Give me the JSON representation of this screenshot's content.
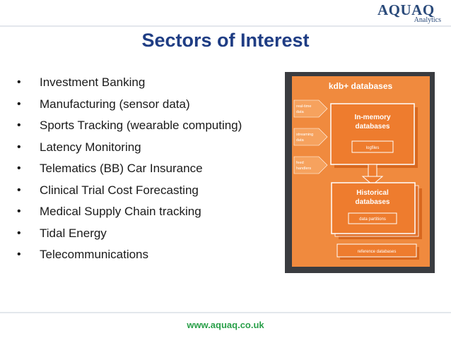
{
  "header": {
    "logo_text": "AQUAQ",
    "logo_subtext": "Analytics"
  },
  "slide": {
    "title": "Sectors of Interest",
    "bullet_char": "•",
    "bullets": [
      "Investment Banking",
      "Manufacturing (sensor data)",
      "Sports Tracking (wearable computing)",
      "Latency Monitoring",
      "Telematics (BB) Car Insurance",
      "Clinical Trial Cost Forecasting",
      "Medical Supply Chain tracking",
      "Tidal Energy",
      "Telecommunications"
    ]
  },
  "diagram": {
    "title": "kdb+ databases",
    "inputs": [
      [
        "real-time",
        "data"
      ],
      [
        "streaming",
        "data"
      ],
      [
        "feed",
        "handlers"
      ]
    ],
    "in_memory": {
      "title": [
        "In-memory",
        "databases"
      ],
      "inner": "logfiles"
    },
    "historical": {
      "title": [
        "Historical",
        "databases"
      ],
      "inner": "data partitions"
    },
    "reference": "reference databases",
    "colors": {
      "frame": "#3a3c40",
      "outer": "#f08a3e",
      "box": "#ee7c2e",
      "text": "#ffffff"
    }
  },
  "footer": {
    "url": "www.aquaq.co.uk"
  }
}
